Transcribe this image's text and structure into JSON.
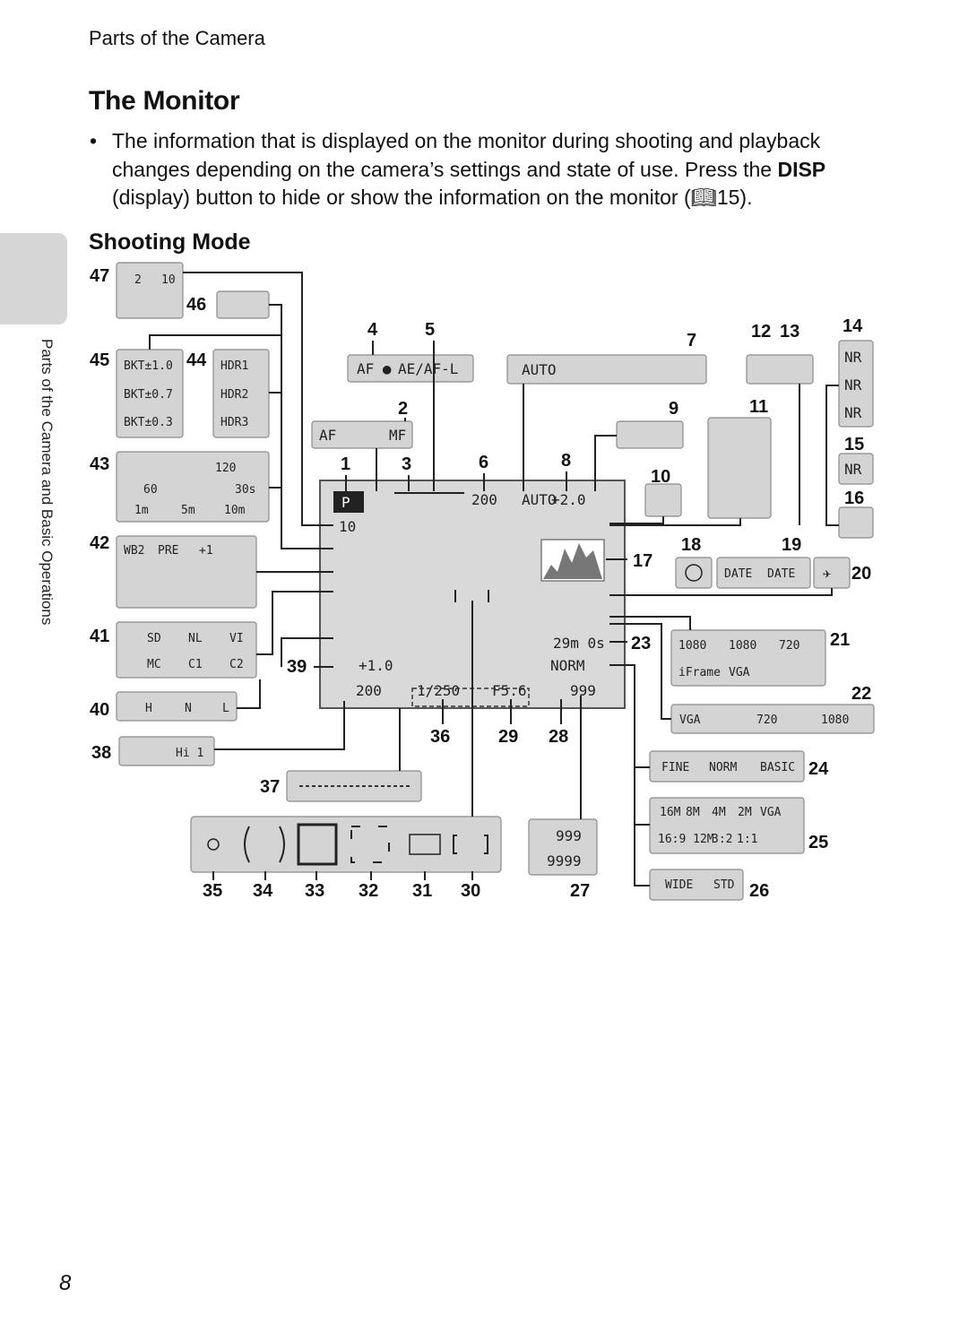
{
  "header": "Parts of the Camera",
  "title": "The Monitor",
  "bullet": {
    "mark": "•",
    "text_before": "The information that is displayed on the monitor during shooting and playback changes depending on the camera’s settings and state of use. Press the ",
    "button": "DISP",
    "text_after": " (display) button to hide or show the information on the monitor (",
    "ref_icon": "book-icon",
    "ref_page": "15",
    "text_end": ")."
  },
  "subtitle": "Shooting Mode",
  "side_tab": "Parts of the Camera and Basic Operations",
  "page_number": "8",
  "callouts": [
    "1",
    "2",
    "3",
    "4",
    "5",
    "6",
    "7",
    "8",
    "9",
    "10",
    "11",
    "12",
    "13",
    "14",
    "15",
    "16",
    "17",
    "18",
    "19",
    "20",
    "21",
    "22",
    "23",
    "24",
    "25",
    "26",
    "27",
    "28",
    "29",
    "30",
    "31",
    "32",
    "33",
    "34",
    "35",
    "36",
    "37",
    "38",
    "39",
    "40",
    "41",
    "42",
    "43",
    "44",
    "45",
    "46",
    "47"
  ],
  "icons": {
    "screen_mode": "P",
    "screen_selftimer": "10",
    "screen_iso": "200",
    "screen_flash": "AUTO",
    "screen_exposure": "+2.0",
    "screen_wb_fine": "+1.0",
    "screen_shutter": "1/250",
    "screen_aperture": "F5.6",
    "screen_shots": "999",
    "screen_movie_time": "29m 0s",
    "screen_image_quality": "NORM",
    "c4": "AF ●",
    "c5": "AE/AF-L",
    "c2a": "AF",
    "c2b": "MF",
    "c6": "200",
    "c7": "AUTO",
    "c14": "NR",
    "c15": "NR",
    "c18": "clock-icon",
    "c19a": "DATE",
    "c19b": "DATE",
    "c24a": "FINE",
    "c24b": "NORM",
    "c24c": "BASIC",
    "c25a": "16M",
    "c25b": "8M",
    "c25c": "4M",
    "c25d": "2M",
    "c25e": "VGA",
    "c25f": "16:9 12M",
    "c25g": "16:9 2M",
    "c25h": "3:2",
    "c25i": "1:1",
    "c26a": "WIDE",
    "c26b": "STD",
    "c27a": "999",
    "c27b": "9999",
    "c21a": "1080",
    "c21b": "1080",
    "c21c": "720",
    "c21d": "iFrame",
    "c21e": "VGA",
    "c22a": "VGA",
    "c22b": "720",
    "c22c": "1080",
    "c23": "29m 0s",
    "c38": "Hi 1",
    "c43a": "120",
    "c43b": "60",
    "c43c": "30s",
    "c43d": "1m",
    "c43e": "5m",
    "c43f": "10m",
    "c44a": "HDR1",
    "c44b": "HDR2",
    "c44c": "HDR3",
    "c45a": "BKT±1.0",
    "c45b": "BKT±0.7",
    "c45c": "BKT±0.3",
    "c47a": "2",
    "c47b": "10",
    "c41a": "SD",
    "c41b": "NL",
    "c41c": "VI",
    "c41d": "MC",
    "c41e": "C1",
    "c41f": "C2",
    "c42a": "WB2",
    "c42b": "PRE",
    "c42c": "+1",
    "c40a": "H",
    "c40b": "N",
    "c40c": "L"
  }
}
